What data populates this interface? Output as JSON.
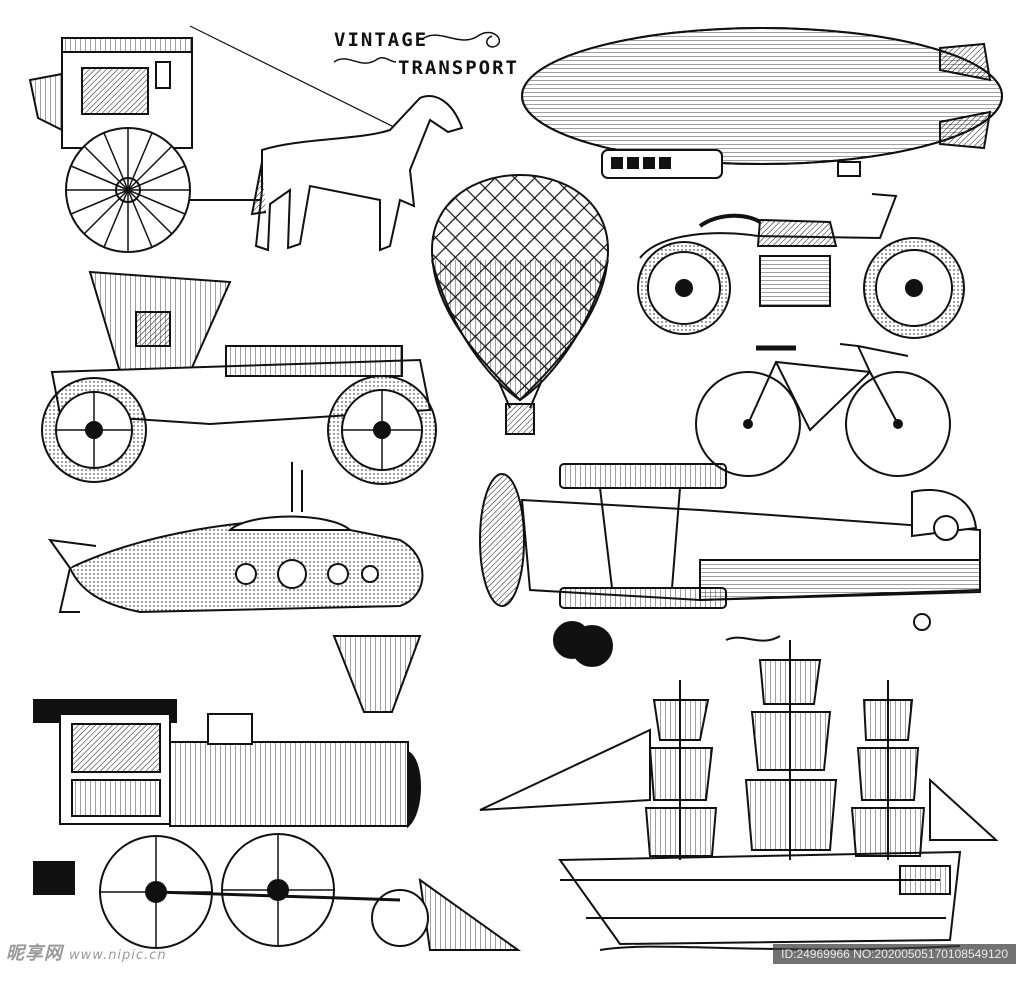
{
  "title": {
    "line1": "VINTAGE",
    "line2": "TRANSPORT"
  },
  "illustrations": [
    {
      "name": "horse-carriage",
      "icon": "horse-carriage-icon"
    },
    {
      "name": "airship",
      "icon": "zeppelin-icon"
    },
    {
      "name": "hot-air-balloon",
      "icon": "balloon-icon"
    },
    {
      "name": "motorcycle",
      "icon": "motorcycle-icon"
    },
    {
      "name": "retro-car",
      "icon": "retro-car-icon"
    },
    {
      "name": "bicycle",
      "icon": "bicycle-icon"
    },
    {
      "name": "submarine",
      "icon": "submarine-icon"
    },
    {
      "name": "biplane",
      "icon": "biplane-icon"
    },
    {
      "name": "steam-locomotive",
      "icon": "locomotive-icon"
    },
    {
      "name": "sailing-ship",
      "icon": "ship-icon"
    }
  ],
  "watermark": {
    "left_main": "昵享网",
    "left_url": "www.nipic.cn",
    "right_id": "ID:24969966 NO:20200505170108549120"
  },
  "colors": {
    "ink": "#111111",
    "paper": "#ffffff",
    "watermark": "#9a9a9a"
  }
}
